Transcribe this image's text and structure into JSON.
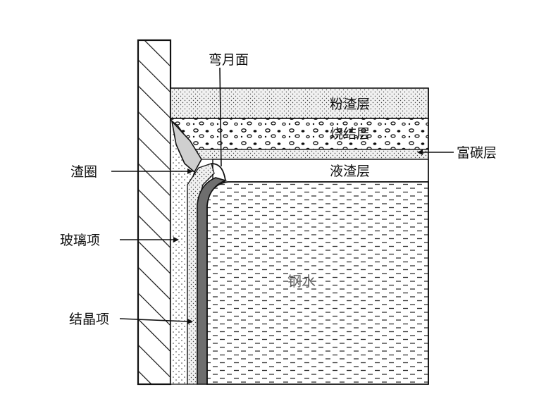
{
  "labels": {
    "meniscus": "弯月面",
    "powder_slag": "粉渣层",
    "sinter_layer": "烧结层",
    "carbon_rich": "富碳层",
    "liquid_slag": "液渣层",
    "slag_ring": "渣圈",
    "glass_layer": "玻璃项",
    "crystal_layer": "结晶项",
    "molten_steel": "钢水"
  },
  "colors": {
    "ink": "#111111",
    "paper": "#ffffff",
    "powder_fill": "#e9e9e9",
    "water_text": "#666666"
  }
}
